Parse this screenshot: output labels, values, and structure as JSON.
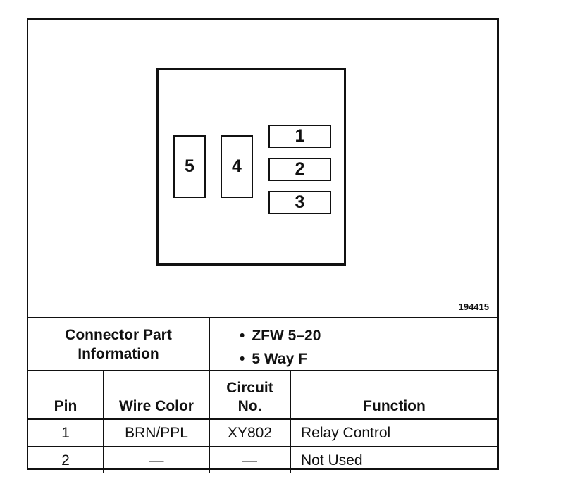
{
  "diagram": {
    "figure_number": "194415",
    "pins": [
      {
        "label": "5"
      },
      {
        "label": "4"
      },
      {
        "label": "1"
      },
      {
        "label": "2"
      },
      {
        "label": "3"
      }
    ]
  },
  "connector_info": {
    "label_line1": "Connector Part",
    "label_line2": "Information",
    "items": [
      "ZFW 5–20",
      "5 Way F"
    ]
  },
  "table": {
    "headers": {
      "pin": "Pin",
      "wire_color": "Wire Color",
      "circuit_line1": "Circuit",
      "circuit_line2": "No.",
      "function": "Function"
    },
    "rows": [
      {
        "pin": "1",
        "wire_color": "BRN/PPL",
        "circuit": "XY802",
        "function": "Relay Control"
      },
      {
        "pin": "2",
        "wire_color": "—",
        "circuit": "—",
        "function": "Not Used"
      }
    ]
  }
}
